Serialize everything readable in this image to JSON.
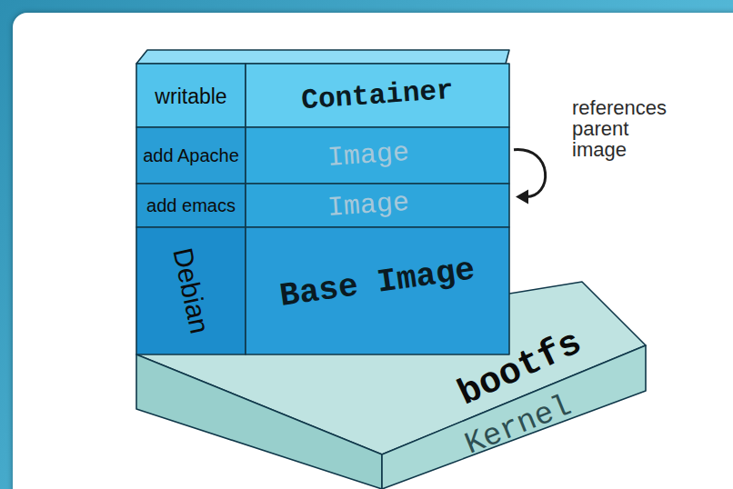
{
  "diagram": {
    "nodes": [
      {
        "text": [
          "writable",
          "Container"
        ]
      },
      {
        "text": [
          "add Apache",
          "Image"
        ]
      },
      {
        "text": [
          "add emacs",
          "Image"
        ]
      },
      {
        "text": [
          "Debian",
          "Base Image"
        ]
      },
      {
        "text": [
          "bootfs",
          "Kernel"
        ]
      }
    ],
    "edges": [
      {
        "from": 1,
        "to": 2,
        "arrow": "to",
        "label": "references parent image"
      }
    ]
  }
}
